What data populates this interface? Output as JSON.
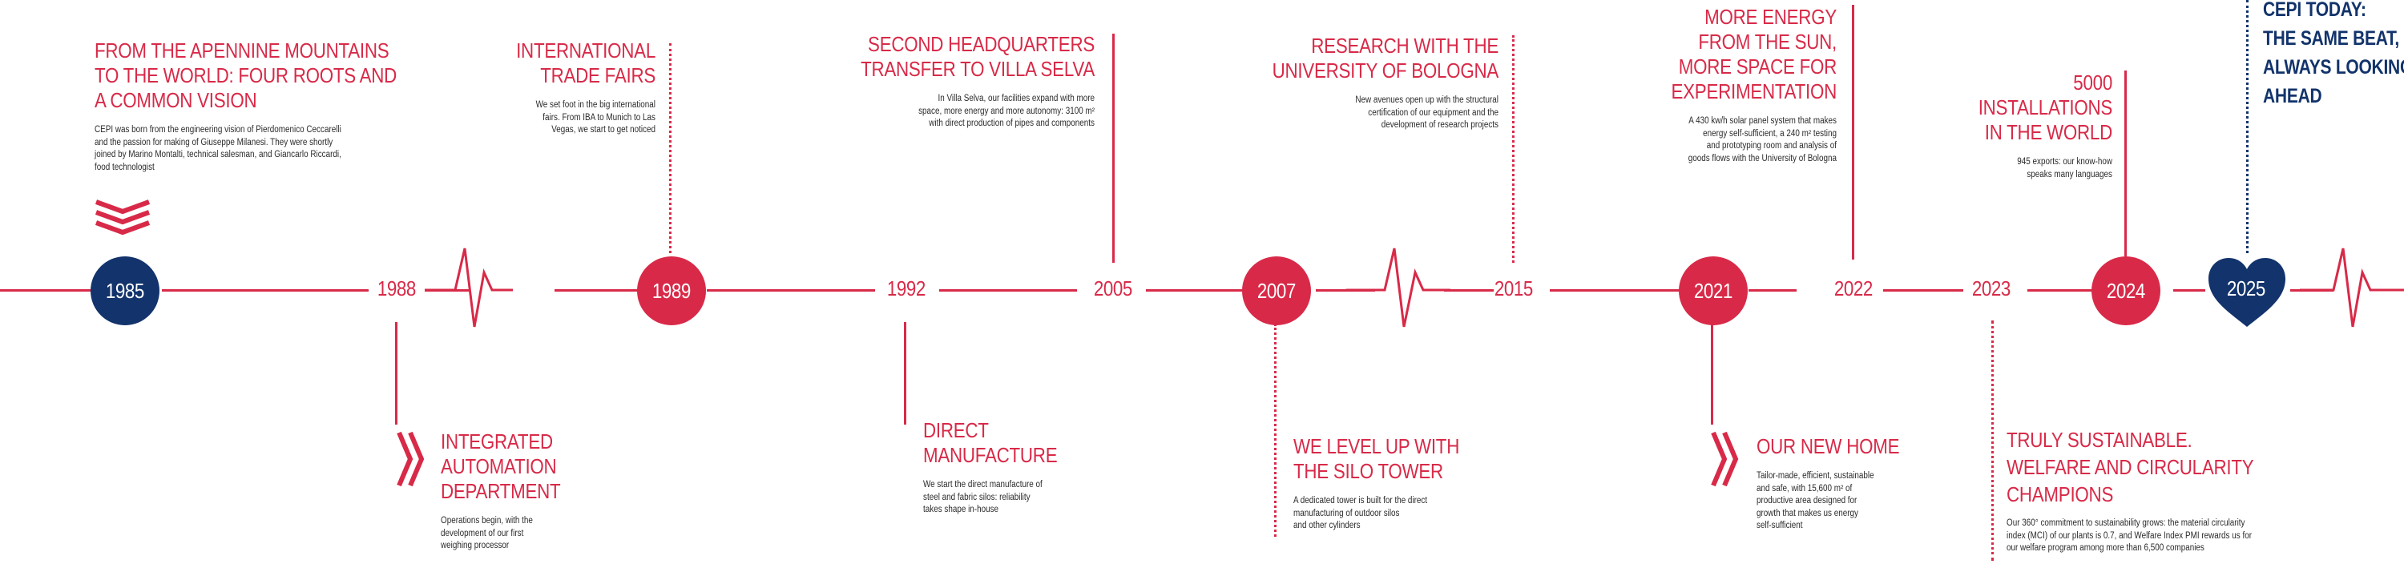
{
  "milestones": {
    "m1985": {
      "year": "1985",
      "title_lines": [
        "FROM THE APENNINE MOUNTAINS",
        "TO THE WORLD: FOUR ROOTS AND",
        "A COMMON VISION"
      ],
      "desc_lines": [
        "CEPI was born from the engineering vision of Pierdomenico Ceccarelli",
        "and the passion for making of Giuseppe Milanesi. They were shortly",
        "joined by Marino Montalti, technical salesman, and Giancarlo Riccardi,",
        "food technologist"
      ]
    },
    "m1988": {
      "year": "1988",
      "title_lines": [
        "INTEGRATED",
        "AUTOMATION",
        "DEPARTMENT"
      ],
      "desc_lines": [
        "Operations begin, with the",
        "development of our first",
        "weighing processor"
      ]
    },
    "m1989": {
      "year": "1989",
      "title_lines": [
        "INTERNATIONAL",
        "TRADE FAIRS"
      ],
      "desc_lines": [
        "We set foot in the big international",
        "fairs. From IBA to Munich to Las",
        "Vegas, we start to get noticed"
      ]
    },
    "m1992": {
      "year": "1992",
      "title_lines": [
        "DIRECT",
        "MANUFACTURE"
      ],
      "desc_lines": [
        "We start the direct manufacture of",
        "steel and fabric silos: reliability",
        "takes shape in-house"
      ]
    },
    "m2005": {
      "year": "2005",
      "title_lines": [
        "SECOND HEADQUARTERS",
        "TRANSFER TO VILLA SELVA"
      ],
      "desc_lines": [
        "In Villa Selva, our facilities expand with more",
        "space, more energy and more autonomy: 3100 m²",
        "with direct production of pipes and components"
      ]
    },
    "m2007": {
      "year": "2007",
      "title_lines": [
        "WE LEVEL UP WITH",
        "THE SILO TOWER"
      ],
      "desc_lines": [
        "A dedicated tower is built for the direct",
        "manufacturing of outdoor silos",
        "and other cylinders"
      ]
    },
    "m2015": {
      "year": "2015",
      "title_lines": [
        "RESEARCH WITH THE",
        "UNIVERSITY OF BOLOGNA"
      ],
      "desc_lines": [
        "New avenues open up with the structural",
        "certification of our equipment and the",
        "development of research projects"
      ]
    },
    "m2021": {
      "year": "2021",
      "title_lines": [
        "OUR NEW HOME"
      ],
      "desc_lines": [
        "Tailor-made, efficient, sustainable",
        "and safe, with 15,600 m² of",
        "productive area designed for",
        "growth that makes us energy",
        "self-sufficient"
      ]
    },
    "m2022": {
      "year": "2022",
      "title_lines": [
        "MORE ENERGY",
        "FROM THE SUN,",
        "MORE SPACE FOR",
        "EXPERIMENTATION"
      ],
      "desc_lines": [
        "A 430 kw/h solar panel system that makes",
        "energy self-sufficient, a 240 m² testing",
        "and prototyping room and analysis of",
        "goods flows with the University of Bologna"
      ]
    },
    "m2023": {
      "year": "2023",
      "title_lines": [
        "TRULY SUSTAINABLE.",
        "WELFARE AND CIRCULARITY",
        "CHAMPIONS"
      ],
      "desc_lines": [
        "Our 360° commitment to sustainability grows: the material circularity",
        "index (MCI) of our plants is 0.7, and Welfare Index PMI rewards us for",
        "our welfare program among more than 6,500 companies"
      ]
    },
    "m2024": {
      "year": "2024",
      "title_lines": [
        "5000",
        "INSTALLATIONS",
        "IN THE WORLD"
      ],
      "desc_lines": [
        "945 exports: our know-how",
        "speaks many languages"
      ]
    },
    "m2025": {
      "year": "2025",
      "title_lines": [
        "CEPI TODAY:"
      ],
      "bold_lines": [
        "THE SAME BEAT,",
        "ALWAYS LOOKING",
        "AHEAD"
      ]
    }
  },
  "icons": {
    "chevron_down": "chevron-down-icon",
    "double_chevron_right": "double-chevron-right-icon",
    "heartbeat": "heartbeat-line-icon",
    "heart": "heart-icon"
  },
  "colors": {
    "accent": "#d82a48",
    "navy": "#12336b",
    "text": "#2b2b2b",
    "background": "#ffffff"
  }
}
